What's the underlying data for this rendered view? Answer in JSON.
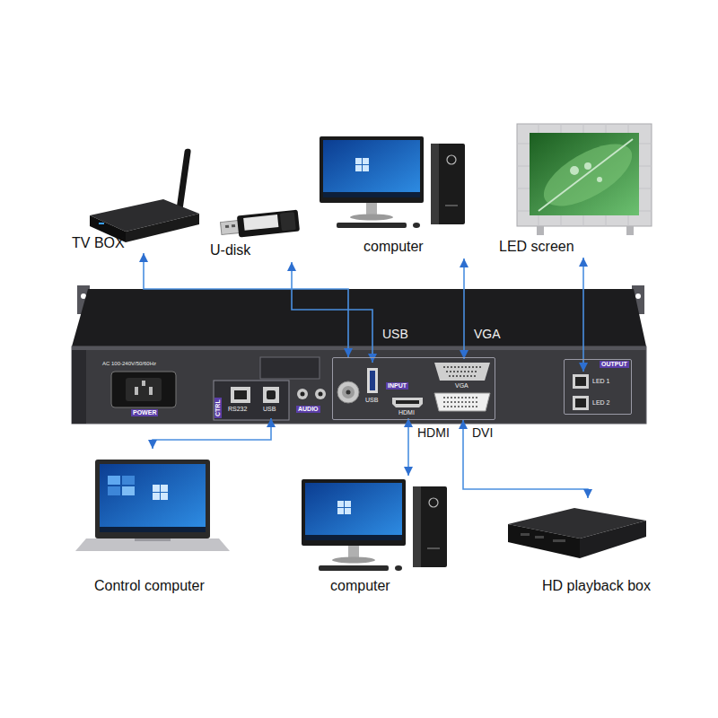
{
  "diagram": {
    "nodes": [
      {
        "text": [
          "TV BOX"
        ]
      },
      {
        "text": [
          "U-disk"
        ]
      },
      {
        "text": [
          "computer"
        ]
      },
      {
        "text": [
          "LED screen"
        ]
      },
      {
        "text": [
          "AC 100-240V/50/60Hz",
          "POWER"
        ]
      },
      {
        "text": [
          "CTRL"
        ]
      },
      {
        "text": [
          "RS232"
        ],
        "in": 5
      },
      {
        "text": [
          "USB"
        ],
        "in": 5
      },
      {
        "text": [
          "AUDIO"
        ]
      },
      {
        "text": [
          "INPUT"
        ]
      },
      {
        "text": [
          "USB"
        ],
        "in": 9
      },
      {
        "text": [
          "HDMI"
        ],
        "in": 9
      },
      {
        "text": [
          "VGA"
        ],
        "in": 9
      },
      {
        "text": [
          "OUTPUT"
        ]
      },
      {
        "text": [
          "LED 1"
        ],
        "in": 13
      },
      {
        "text": [
          "LED 2"
        ],
        "in": 13
      },
      {
        "text": [
          "Control computer"
        ]
      },
      {
        "text": [
          "computer"
        ]
      },
      {
        "text": [
          "HD playback box"
        ]
      }
    ],
    "edges": [
      {
        "from": 0,
        "to": 9,
        "arrow": "both"
      },
      {
        "from": 1,
        "to": 10,
        "label": "USB",
        "arrow": "both"
      },
      {
        "from": 2,
        "to": 12,
        "label": "VGA",
        "arrow": "both"
      },
      {
        "from": 3,
        "to": 14,
        "arrow": "both"
      },
      {
        "from": 16,
        "to": 7,
        "arrow": "both"
      },
      {
        "from": 11,
        "to": 17,
        "label": "HDMI",
        "arrow": "both"
      },
      {
        "from": 9,
        "to": 18,
        "label": "DVI",
        "arrow": "both"
      }
    ]
  }
}
